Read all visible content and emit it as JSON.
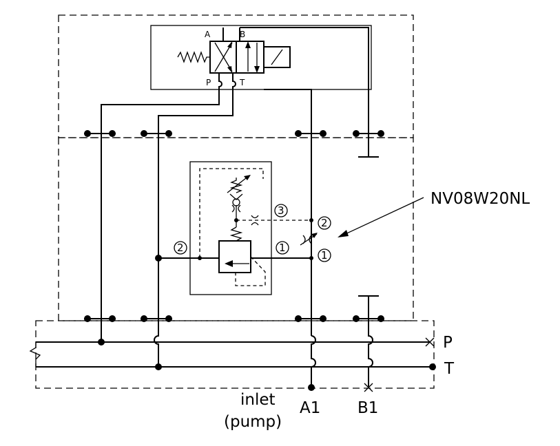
{
  "labels": {
    "callout": "NV08W20NL",
    "port_p": "P",
    "port_t": "T",
    "port_a1": "A1",
    "port_b1": "B1",
    "inlet_line1": "inlet",
    "inlet_line2": "(pump)",
    "valve_a": "A",
    "valve_b": "B",
    "valve_p": "P",
    "valve_t": "T",
    "cav_1": "1",
    "cav_2": "2",
    "cav_3": "3",
    "cav_2_left": "2",
    "cav_1_left": "1",
    "cav_1_right": "1"
  }
}
